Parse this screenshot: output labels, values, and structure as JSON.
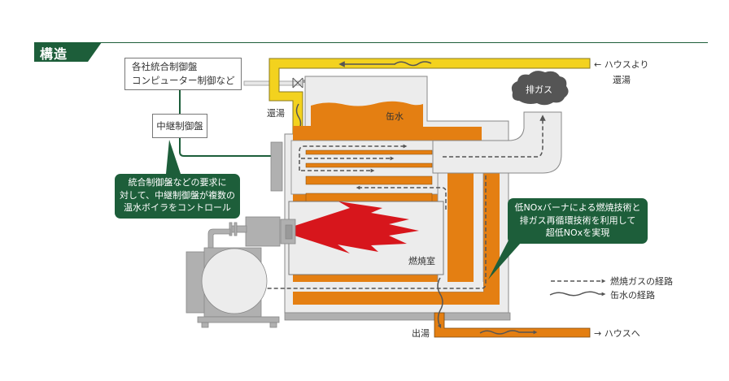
{
  "heading": {
    "title": "構造"
  },
  "colors": {
    "brand_green": "#1d5e3a",
    "return_water": "#f3d21e",
    "boiler_water": "#e47f12",
    "flame": "#d7161c",
    "casing": "#ececec",
    "metal": "#b0b0b0",
    "exhaust_cloud": "#555555"
  },
  "control": {
    "system_box": [
      "各社統合制御盤",
      "コンピューター制御など"
    ],
    "relay_box": "中継制御盤",
    "callout": [
      "統合制御盤などの要求に",
      "対して、中継制御盤が複数の",
      "温水ボイラをコントロール"
    ]
  },
  "diagram": {
    "inlet_label": "← ハウスより",
    "inlet_sublabel": "還湯",
    "return_label": "還湯",
    "boiler_water_label": "缶水",
    "exhaust_label": "排ガス",
    "combustion_chamber_label": "燃焼室",
    "outlet_label": "出湯",
    "outlet_dest": "→ ハウスへ",
    "nox_callout": [
      "低NOxバーナによる燃焼技術と",
      "排ガス再循環技術を利用して",
      "超低NOxを実現"
    ]
  },
  "legend": [
    {
      "icon": "dashed-arrow",
      "label": "燃焼ガスの経路"
    },
    {
      "icon": "wavy-arrow",
      "label": "缶水の経路"
    }
  ]
}
